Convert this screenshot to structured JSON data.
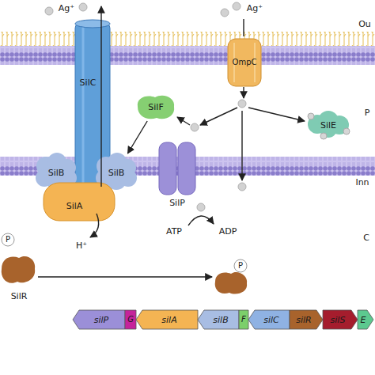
{
  "diagram": {
    "nodes": [
      {
        "text": [
          "SilC"
        ]
      },
      {
        "text": [
          "SilB"
        ]
      },
      {
        "text": [
          "SilB"
        ]
      },
      {
        "text": [
          "SilA"
        ]
      },
      {
        "text": [
          "SilF"
        ]
      },
      {
        "text": [
          "OmpC"
        ]
      },
      {
        "text": [
          "SilE"
        ]
      },
      {
        "text": [
          "SilP"
        ]
      },
      {
        "text": [
          "P"
        ]
      },
      {
        "text": [
          "SilR"
        ]
      },
      {
        "text": [
          "P"
        ]
      },
      {
        "text": [
          "silP"
        ]
      },
      {
        "text": [
          "G"
        ]
      },
      {
        "text": [
          "silA"
        ]
      },
      {
        "text": [
          "silB"
        ]
      },
      {
        "text": [
          "F"
        ]
      },
      {
        "text": [
          "silC"
        ]
      },
      {
        "text": [
          "silR"
        ]
      },
      {
        "text": [
          "silS"
        ]
      },
      {
        "text": [
          "E"
        ]
      }
    ],
    "edges": [
      {
        "from": 4,
        "to": 2,
        "arrow": "to"
      },
      {
        "from": 9,
        "to": 10,
        "arrow": "to"
      }
    ],
    "labels": [
      "Ag⁺",
      "Ag⁺",
      "Ou",
      "P",
      "Inn",
      "C",
      "H⁺",
      "ATP",
      "ADP"
    ]
  }
}
